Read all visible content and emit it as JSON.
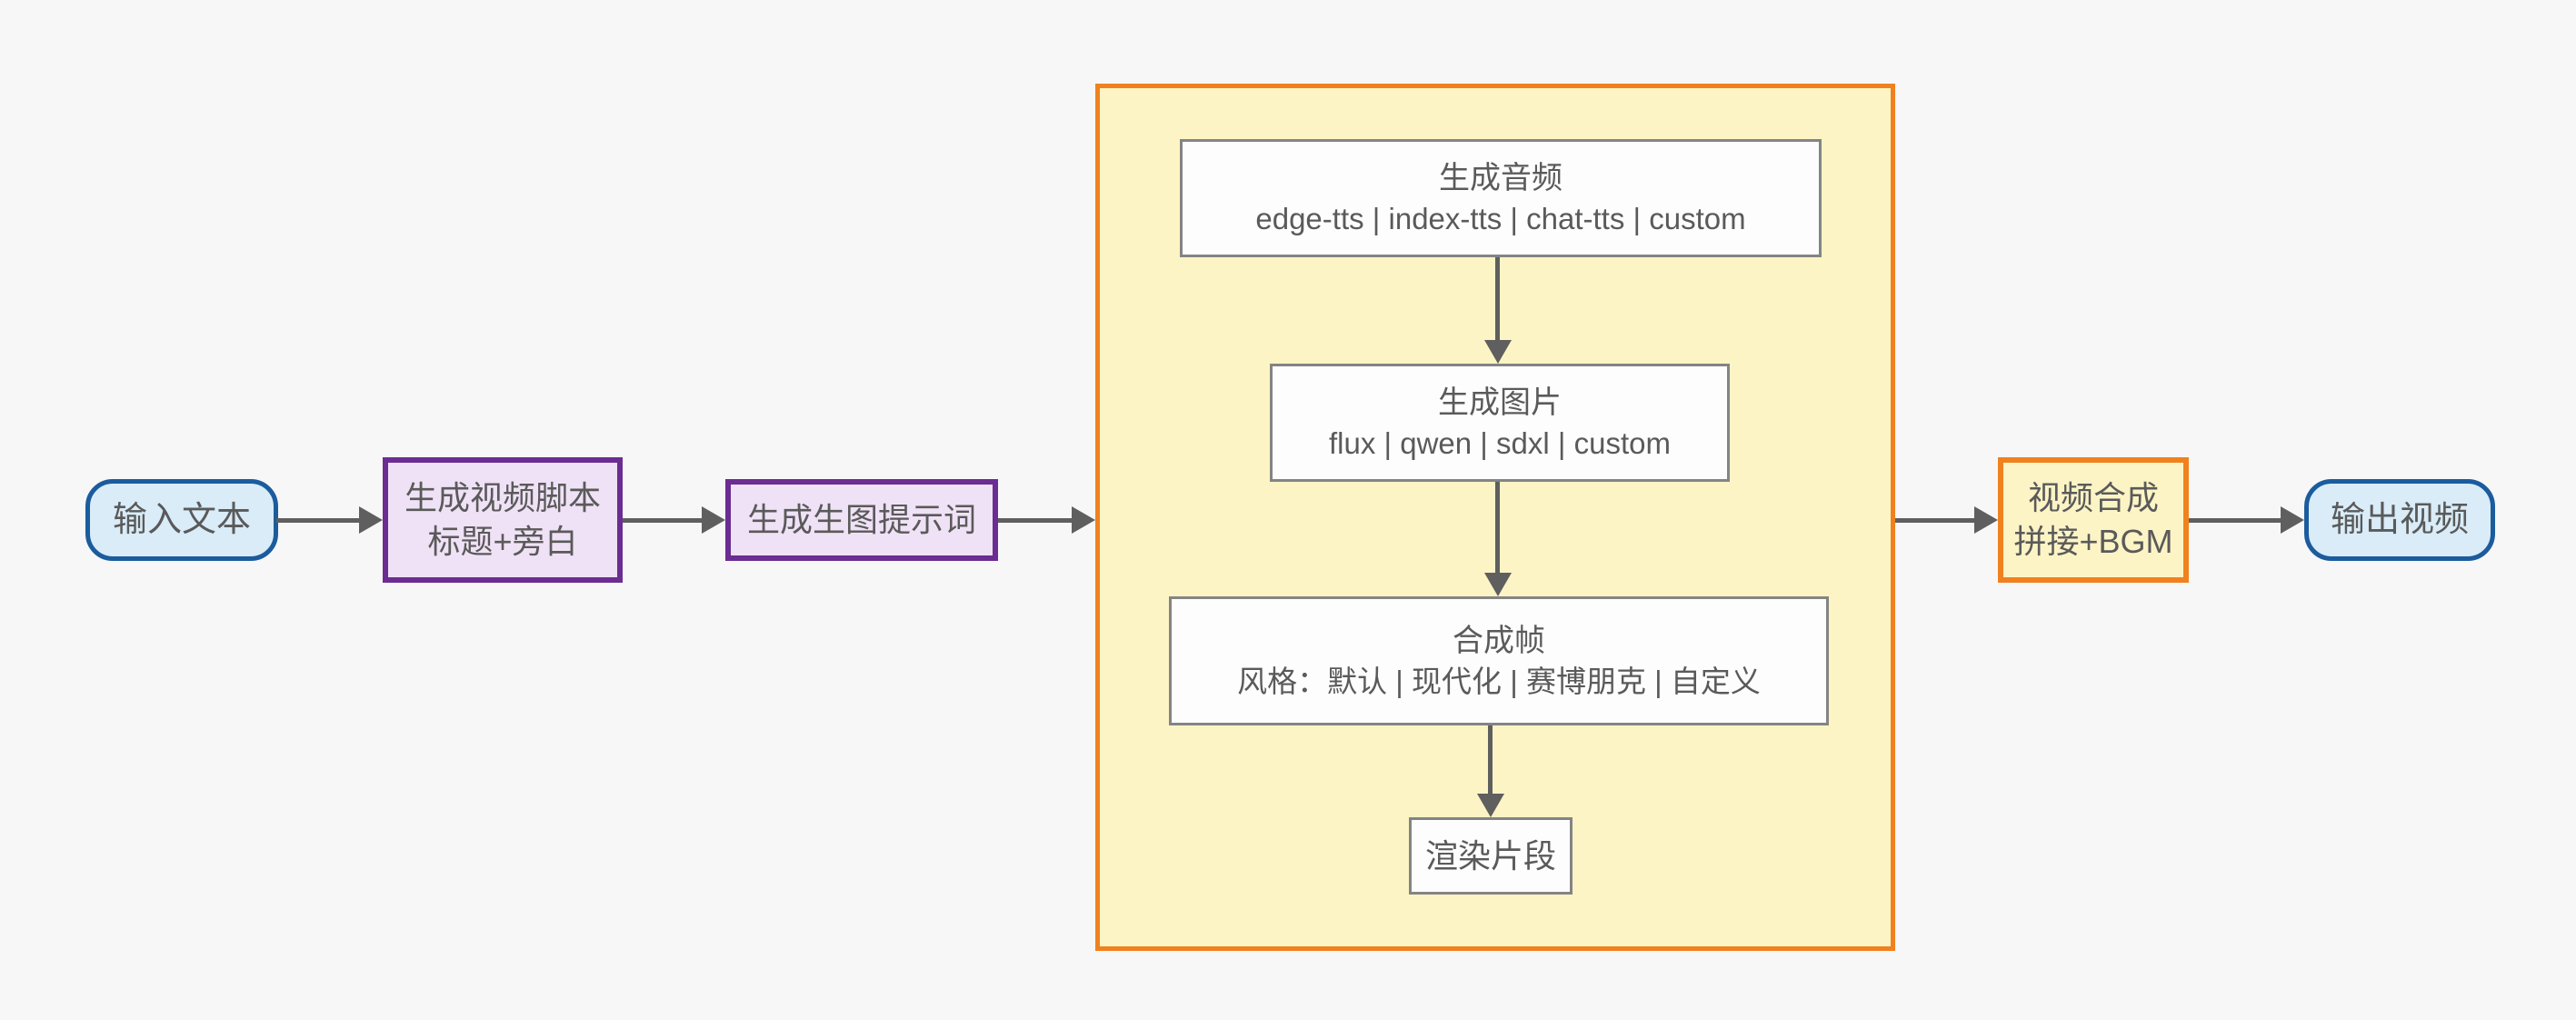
{
  "diagram": {
    "background_color": "#f7f7f8",
    "palette": {
      "terminal_border": "#1b5c9d",
      "terminal_fill": "#d9ecf8",
      "step_border": "#6b2d91",
      "step_fill": "#f0e2f6",
      "subprocess_border": "#f0811f",
      "subprocess_fill": "#fcf4c5",
      "task_border": "#848484",
      "task_fill": "#fdfdfd",
      "text_color": "#5a5a5a",
      "arrow_color": "#5f5f5f"
    },
    "nodes": {
      "input_terminal": {
        "label": "输入文本"
      },
      "script_step": {
        "title": "生成视频脚本",
        "subtitle": "标题+旁白"
      },
      "prompt_step": {
        "label": "生成生图提示词"
      },
      "audio_step": {
        "title": "生成音频",
        "subtitle": "edge-tts | index-tts | chat-tts | custom"
      },
      "image_step": {
        "title": "生成图片",
        "subtitle": "flux | qwen | sdxl | custom"
      },
      "frame_step": {
        "title": "合成帧",
        "subtitle": "风格：默认 | 现代化 | 赛博朋克 | 自定义"
      },
      "render_step": {
        "label": "渲染片段"
      },
      "compose_step": {
        "title": "视频合成",
        "subtitle": "拼接+BGM"
      },
      "output_terminal": {
        "label": "输出视频"
      }
    }
  }
}
